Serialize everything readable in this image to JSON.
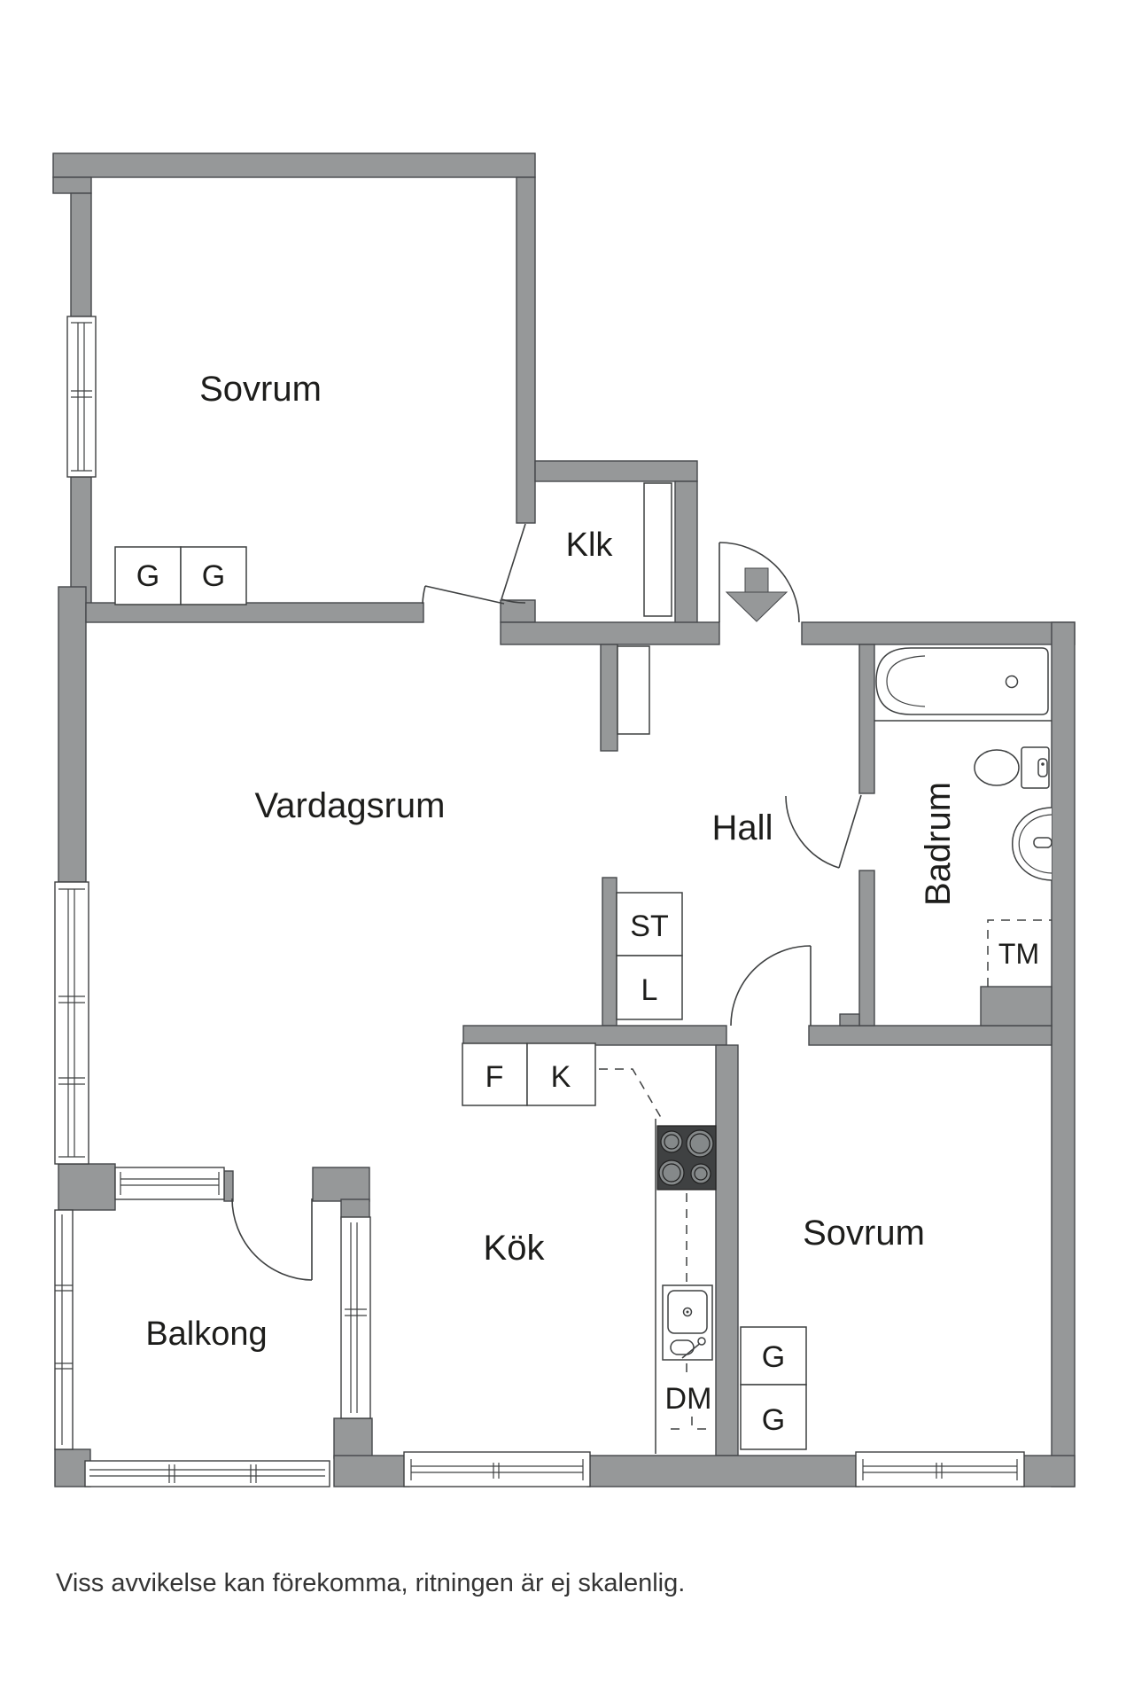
{
  "colors": {
    "wall": "#969899",
    "outline": "#45474a",
    "line": "#3e4041",
    "text": "#1d1d1b",
    "stove_body": "#3f4142",
    "burner": "#85898a"
  },
  "rooms": {
    "bedroom_top": "Sovrum",
    "closet": "Klk",
    "living_room": "Vardagsrum",
    "hall": "Hall",
    "bathroom": "Badrum",
    "kitchen": "Kök",
    "bedroom_bottom": "Sovrum",
    "balcony": "Balkong"
  },
  "fixtures": {
    "wardrobe": "G",
    "cleaning_cabinet": "ST",
    "linen_cabinet": "L",
    "fridge": "F",
    "freezer": "K",
    "dishwasher": "DM",
    "washing_machine": "TM"
  },
  "footer": {
    "disclaimer": "Viss avvikelse kan förekomma, ritningen är ej skalenlig."
  }
}
